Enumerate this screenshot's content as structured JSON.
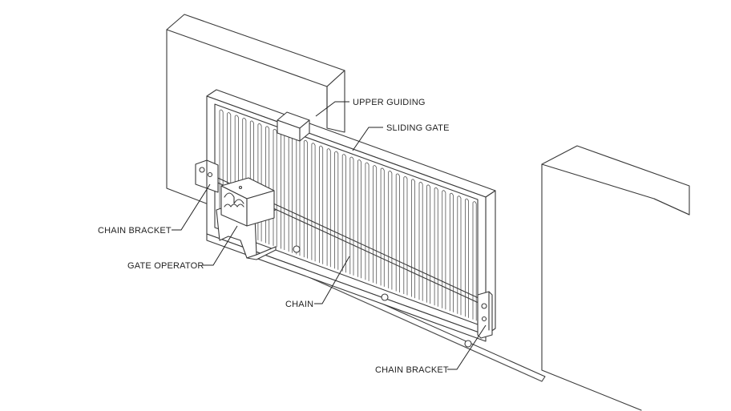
{
  "labels": {
    "upper_guiding": "UPPER GUIDING",
    "sliding_gate": "SLIDING GATE",
    "chain_bracket_left": "CHAIN BRACKET",
    "gate_operator": "GATE OPERATOR",
    "chain": "CHAIN",
    "chain_bracket_right": "CHAIN BRACKET"
  }
}
